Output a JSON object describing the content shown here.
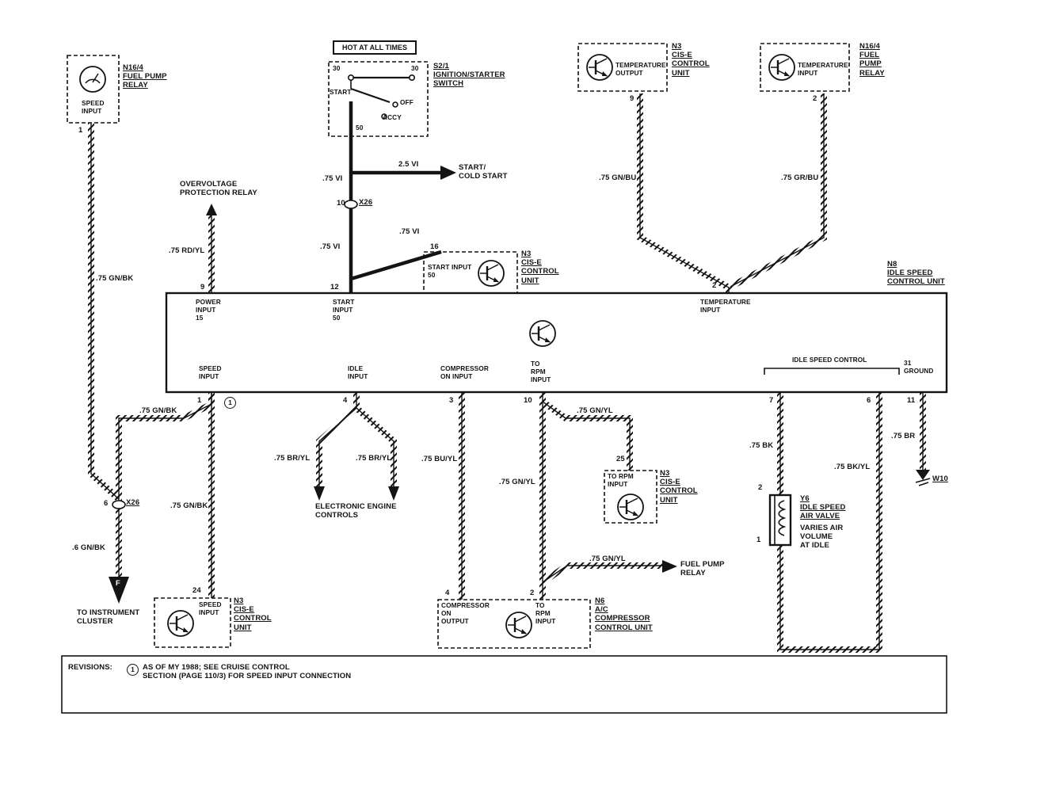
{
  "components": {
    "fp_relay_tl": "N16/4\nFUEL PUMP\nRELAY",
    "ign_switch": "S2/1\nIGNITION/STARTER\nSWITCH",
    "cis_tr": "N3\nCIS-E\nCONTROL\nUNIT",
    "fp_relay_tr": "N16/4\nFUEL\nPUMP\nRELAY",
    "icu": "N8\nIDLE SPEED\nCONTROL UNIT",
    "cis_start": "N3\nCIS-E\nCONTROL\nUNIT",
    "cis_rpm": "N3\nCIS-E\nCONTROL\nUNIT",
    "cis_speed": "N3\nCIS-E\nCONTROL\nUNIT",
    "ac_unit": "N6\nA/C\nCOMPRESSOR\nCONTROL UNIT",
    "y6": "Y6\nIDLE SPEED\nAIR VALVE",
    "y6_desc": "VARIES AIR\nVOLUME\nAT IDLE",
    "w10": "W10",
    "x26_top": "X26",
    "x26_left": "X26"
  },
  "terminals": {
    "fp_speed_input": "SPEED\nINPUT",
    "temp_output": "TEMPERATURE\nOUTPUT",
    "temp_input": "TEMPERATURE\nINPUT",
    "power_input": "POWER\nINPUT\n15",
    "start_input": "START\nINPUT\n50",
    "temp_input_icu": "TEMPERATURE\nINPUT",
    "speed_input_icu": "SPEED\nINPUT",
    "idle_input": "IDLE\nINPUT",
    "comp_on_input": "COMPRESSOR\nON INPUT",
    "rpm_input_icu": "TO\nRPM\nINPUT",
    "idle_speed_control": "IDLE SPEED CONTROL",
    "ground_31": "31\nGROUND",
    "start_input_cis": "START INPUT\n50",
    "rpm_input_cis": "TO RPM\nINPUT",
    "speed_input_cis": "SPEED\nINPUT",
    "comp_on_output": "COMPRESSOR\nON\nOUTPUT",
    "rpm_input_ac": "TO\nRPM\nINPUT"
  },
  "wires": {
    "gnbk_left": ".75 GN/BK",
    "rdyl": ".75 RD/YL",
    "vi_upper": ".75 VI",
    "vi_25": "2.5 VI",
    "vi_diag": ".75 VI",
    "vi_lower": ".75 VI",
    "gnbu": ".75 GN/BU",
    "grbu": ".75 GR/BU",
    "gnbk_h": ".75 GN/BK",
    "gnbk_v": ".75 GN/BK",
    "gnbk_6": ".6 GN/BK",
    "bryl_l": ".75 BR/YL",
    "bryl_r": ".75 BR/YL",
    "buyl": ".75 BU/YL",
    "gnyl_a": ".75 GN/YL",
    "gnyl_b": ".75 GN/YL",
    "gnyl_c": ".75 GN/YL",
    "bk": ".75 BK",
    "bkyl": ".75 BK/YL",
    "br": ".75 BR"
  },
  "pins": {
    "fp1": "1",
    "to9": "9",
    "ti2": "2",
    "icu9": "9",
    "icu12": "12",
    "icu2": "2",
    "cis16": "16",
    "x26t": "10",
    "x26l": "6",
    "icu1": "1",
    "icu4": "4",
    "icu3": "3",
    "icu10": "10",
    "icu7": "7",
    "icu6": "6",
    "icu11": "11",
    "cis25": "25",
    "cis24": "24",
    "ac4": "4",
    "ac2": "2",
    "y6_2": "2",
    "y6_1": "1"
  },
  "switch": {
    "hot": "HOT AT ALL TIMES",
    "t30l": "30",
    "t30r": "30",
    "start": "START",
    "off": "OFF",
    "accy": "ACCY",
    "t50": "50"
  },
  "notes": {
    "start_cold": "START/\nCOLD START",
    "overvoltage": "OVERVOLTAGE\nPROTECTION RELAY",
    "eec": "ELECTRONIC ENGINE\nCONTROLS",
    "to_cluster": "TO INSTRUMENT\nCLUSTER",
    "f": "F",
    "fp_arrow": "FUEL PUMP\nRELAY",
    "rev_title": "REVISIONS:",
    "rev_mark": "1",
    "rev_mark_inline": "1",
    "rev_text": "AS OF MY 1988; SEE CRUISE CONTROL\nSECTION (PAGE 110/3) FOR SPEED INPUT CONNECTION"
  }
}
